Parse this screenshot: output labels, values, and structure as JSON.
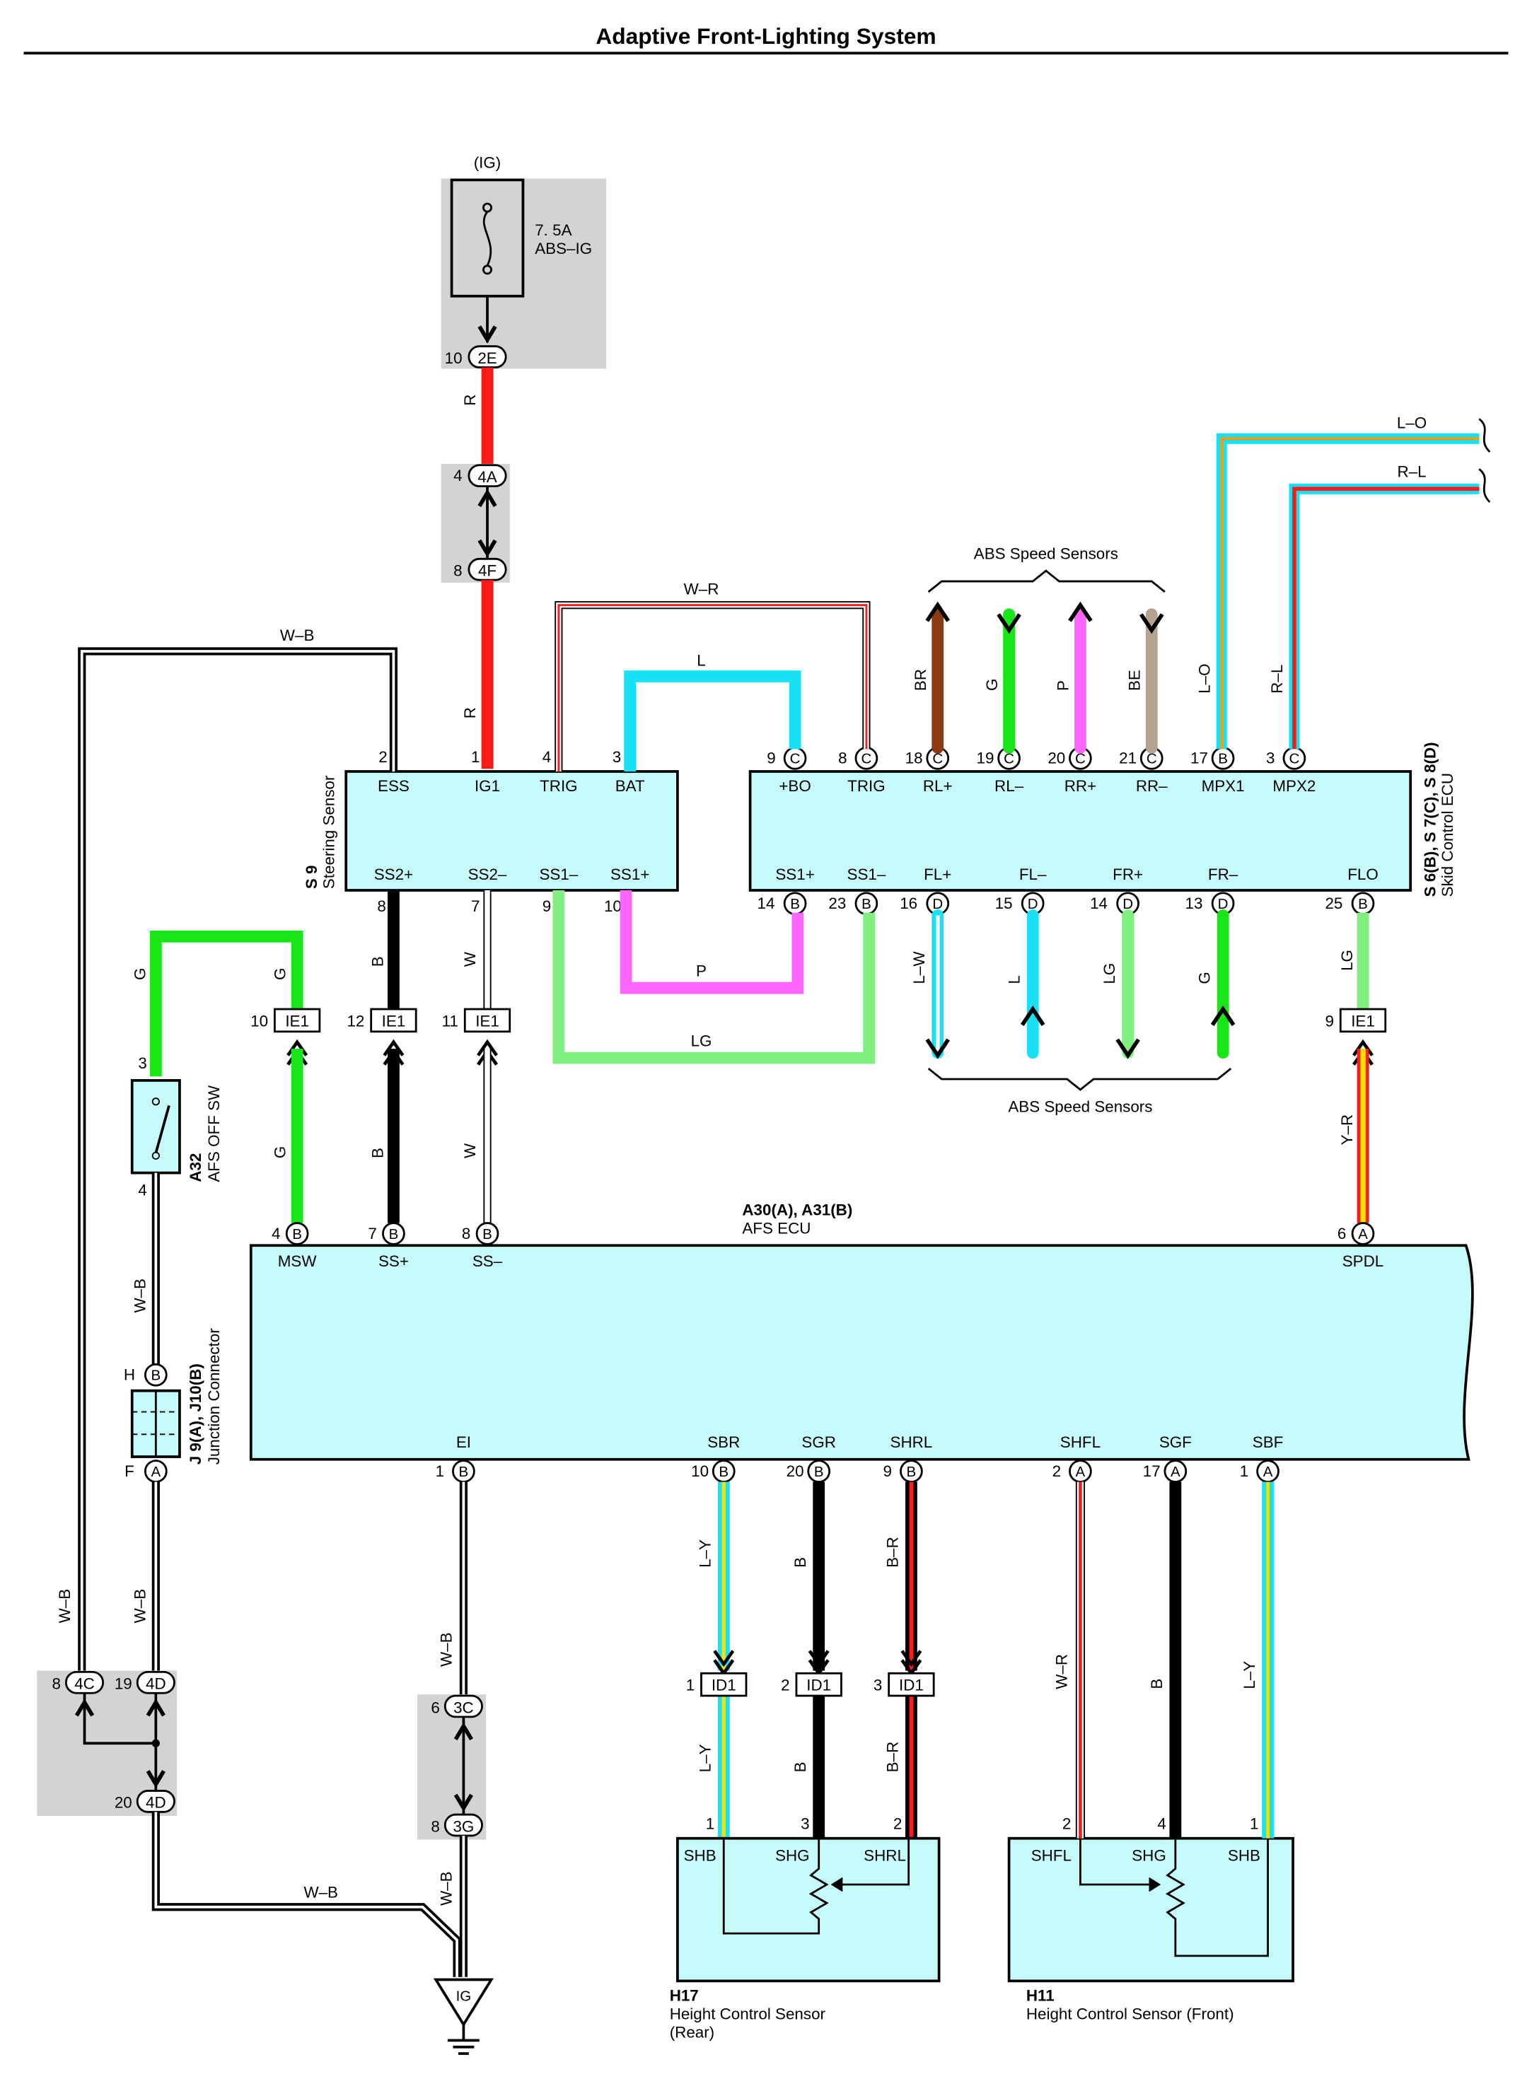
{
  "title": "Adaptive Front-Lighting System",
  "colors": {
    "R": "#ff1a1a",
    "G": "#19e619",
    "LG": "#80f080",
    "L": "#19e0f5",
    "P": "#ff66ff",
    "BR": "#8b3a12",
    "BE": "#b5a38f",
    "B": "#000000",
    "Y": "#f5e000",
    "O": "#ff9900",
    "W": "#ffffff",
    "ecu_fill": "#c6fbfb",
    "shade": "#d3d3d3"
  },
  "fuse": {
    "source": "(IG)",
    "rating": "7. 5A",
    "name": "ABS–IG",
    "connector": "2E",
    "pin": "10"
  },
  "connectors": {
    "c4A": "4A",
    "c4F": "4F",
    "p4A": "4",
    "p4F": "8",
    "c2E": "2E"
  },
  "wire_labels": {
    "r1": "R",
    "r2": "R",
    "wb_top": "W–B",
    "wr_top": "W–R",
    "l_top": "L",
    "lo": "L–O",
    "rl": "R–L",
    "br": "BR",
    "g": "G",
    "p": "P",
    "be": "BE",
    "lo_v": "L–O",
    "rl_v": "R–L",
    "b_ss2": "B",
    "w_ss2": "W",
    "p_mid": "P",
    "lg_mid": "LG",
    "lw": "L–W",
    "l_fl": "L",
    "lg_fr": "LG",
    "g_fr": "G",
    "lg_flo": "LG",
    "g_sw_top": "G",
    "g_ie1": "G",
    "g_ie1b": "G",
    "b_ie1": "B",
    "w_ie1": "W",
    "yr": "Y–R",
    "wb_sw": "W–B",
    "wb_j1": "W–B",
    "wb_j2": "W–B",
    "wb_ei": "W–B",
    "wb_3g": "W–B",
    "wb_bot": "W–B",
    "ly1": "L–Y",
    "b1": "B",
    "br1": "B–R",
    "ly2": "L–Y",
    "b2": "B",
    "br2": "B–R",
    "wr_front": "W–R",
    "b_front": "B",
    "ly_front": "L–Y"
  },
  "abs_top": "ABS Speed Sensors",
  "abs_bottom": "ABS Speed Sensors",
  "steering": {
    "id": "S 9",
    "name": "Steering Sensor",
    "top_pins": [
      {
        "num": "2",
        "label": "ESS"
      },
      {
        "num": "1",
        "label": "IG1"
      },
      {
        "num": "4",
        "label": "TRIG"
      },
      {
        "num": "3",
        "label": "BAT"
      }
    ],
    "bottom_pins": [
      {
        "num": "8",
        "label": "SS2+"
      },
      {
        "num": "7",
        "label": "SS2–"
      },
      {
        "num": "9",
        "label": "SS1–"
      },
      {
        "num": "10",
        "label": "SS1+"
      }
    ]
  },
  "skid": {
    "id": "S 6(B), S 7(C), S 8(D)",
    "name": "Skid Control ECU",
    "top_pins": [
      {
        "num": "9",
        "conn": "C",
        "label": "+BO"
      },
      {
        "num": "8",
        "conn": "C",
        "label": "TRIG"
      },
      {
        "num": "18",
        "conn": "C",
        "label": "RL+"
      },
      {
        "num": "19",
        "conn": "C",
        "label": "RL–"
      },
      {
        "num": "20",
        "conn": "C",
        "label": "RR+"
      },
      {
        "num": "21",
        "conn": "C",
        "label": "RR–"
      },
      {
        "num": "17",
        "conn": "B",
        "label": "MPX1"
      },
      {
        "num": "3",
        "conn": "C",
        "label": "MPX2"
      }
    ],
    "bottom_pins": [
      {
        "num": "14",
        "conn": "B",
        "label": "SS1+"
      },
      {
        "num": "23",
        "conn": "B",
        "label": "SS1–"
      },
      {
        "num": "16",
        "conn": "D",
        "label": "FL+"
      },
      {
        "num": "15",
        "conn": "D",
        "label": "FL–"
      },
      {
        "num": "14",
        "conn": "D",
        "label": "FR+"
      },
      {
        "num": "13",
        "conn": "D",
        "label": "FR–"
      },
      {
        "num": "25",
        "conn": "B",
        "label": "FLO"
      }
    ]
  },
  "ie1": [
    {
      "num": "10",
      "label": "IE1"
    },
    {
      "num": "12",
      "label": "IE1"
    },
    {
      "num": "11",
      "label": "IE1"
    },
    {
      "num": "9",
      "label": "IE1"
    }
  ],
  "afs_sw": {
    "id": "A32",
    "name": "AFS OFF SW",
    "pin_top": "3",
    "pin_bottom": "4"
  },
  "junction": {
    "id": "J 9(A), J10(B)",
    "name": "Junction Connector",
    "top": {
      "letter": "H",
      "conn": "B"
    },
    "bottom": {
      "letter": "F",
      "conn": "A"
    }
  },
  "afs": {
    "id": "A30(A), A31(B)",
    "name": "AFS ECU",
    "top_pins": [
      {
        "num": "4",
        "conn": "B",
        "label": "MSW"
      },
      {
        "num": "7",
        "conn": "B",
        "label": "SS+"
      },
      {
        "num": "8",
        "conn": "B",
        "label": "SS–"
      },
      {
        "num": "6",
        "conn": "A",
        "label": "SPDL"
      }
    ],
    "bottom_pins": [
      {
        "num": "1",
        "conn": "B",
        "label": "EI"
      },
      {
        "num": "10",
        "conn": "B",
        "label": "SBR"
      },
      {
        "num": "20",
        "conn": "B",
        "label": "SGR"
      },
      {
        "num": "9",
        "conn": "B",
        "label": "SHRL"
      },
      {
        "num": "2",
        "conn": "A",
        "label": "SHFL"
      },
      {
        "num": "17",
        "conn": "A",
        "label": "SGF"
      },
      {
        "num": "1",
        "conn": "A",
        "label": "SBF"
      }
    ]
  },
  "id1": [
    {
      "num": "1",
      "label": "ID1"
    },
    {
      "num": "2",
      "label": "ID1"
    },
    {
      "num": "3",
      "label": "ID1"
    }
  ],
  "left_conn": {
    "c4C": {
      "num": "8",
      "label": "4C"
    },
    "c4Da": {
      "num": "19",
      "label": "4D"
    },
    "c4Db": {
      "num": "20",
      "label": "4D"
    },
    "c3C": {
      "num": "6",
      "label": "3C"
    },
    "c3G": {
      "num": "8",
      "label": "3G"
    }
  },
  "ground": {
    "label": "IG"
  },
  "h17": {
    "id": "H17",
    "name": "Height Control Sensor",
    "sub": "(Rear)",
    "pins": [
      {
        "num": "1",
        "label": "SHB"
      },
      {
        "num": "3",
        "label": "SHG"
      },
      {
        "num": "2",
        "label": "SHRL"
      }
    ]
  },
  "h11": {
    "id": "H11",
    "name": "Height Control Sensor (Front)",
    "pins": [
      {
        "num": "2",
        "label": "SHFL"
      },
      {
        "num": "4",
        "label": "SHG"
      },
      {
        "num": "1",
        "label": "SHB"
      }
    ]
  }
}
